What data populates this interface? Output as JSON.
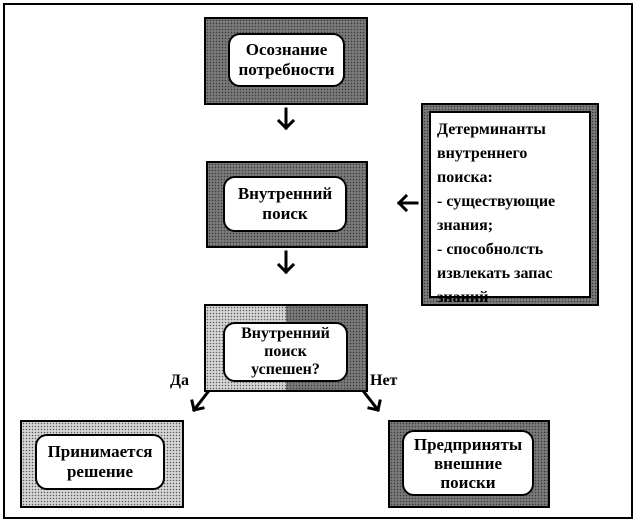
{
  "nodes": {
    "awareness": "Осознание\nпотребности",
    "internal_search": "Внутренний\nпоиск",
    "decision": "Внутренний\nпоиск\nуспешен?",
    "decision_made": "Принимается\nрешение",
    "external_search": "Предприняты\nвнешние\nпоиски"
  },
  "determinants": {
    "lines": [
      "Детерминанты",
      "внутреннего",
      "поиска:",
      "- существующие",
      "знания;",
      "- способнолсть",
      "извлекать запас",
      "знаний"
    ]
  },
  "edges": {
    "yes": "Да",
    "no": "Нет"
  }
}
